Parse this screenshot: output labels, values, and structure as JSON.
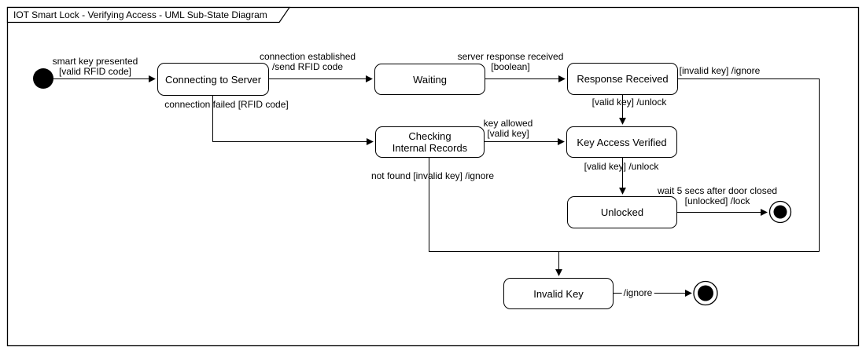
{
  "diagram": {
    "title": "IOT Smart Lock - Verifying Access - UML Sub-State Diagram",
    "type": "uml-sub-state-diagram",
    "colors": {
      "stroke": "#000000",
      "background": "#ffffff"
    }
  },
  "states": {
    "connecting": {
      "label": "Connecting to Server"
    },
    "waiting": {
      "label": "Waiting"
    },
    "response_received": {
      "label": "Response Received"
    },
    "checking": {
      "label": "Checking\nInternal Records"
    },
    "key_access_verified": {
      "label": "Key Access Verified"
    },
    "unlocked": {
      "label": "Unlocked"
    },
    "invalid_key": {
      "label": "Invalid Key"
    }
  },
  "transitions": {
    "initial_to_connecting": "smart key presented\n[valid RFID code]",
    "connecting_to_waiting": "connection established\n/send RFID code",
    "waiting_to_response": "server response received\n[boolean]",
    "response_invalid": "[invalid key] /ignore",
    "connecting_to_checking": "connection failed [RFID code]",
    "response_to_key_verified": "[valid key] /unlock",
    "checking_to_key_verified": "key allowed\n[valid key]",
    "key_verified_to_unlocked": "[valid key] /unlock",
    "checking_not_found": "not found [invalid key] /ignore",
    "unlocked_to_final": "wait 5 secs after door closed\n[unlocked] /lock",
    "invalid_key_to_final": "/ignore"
  }
}
